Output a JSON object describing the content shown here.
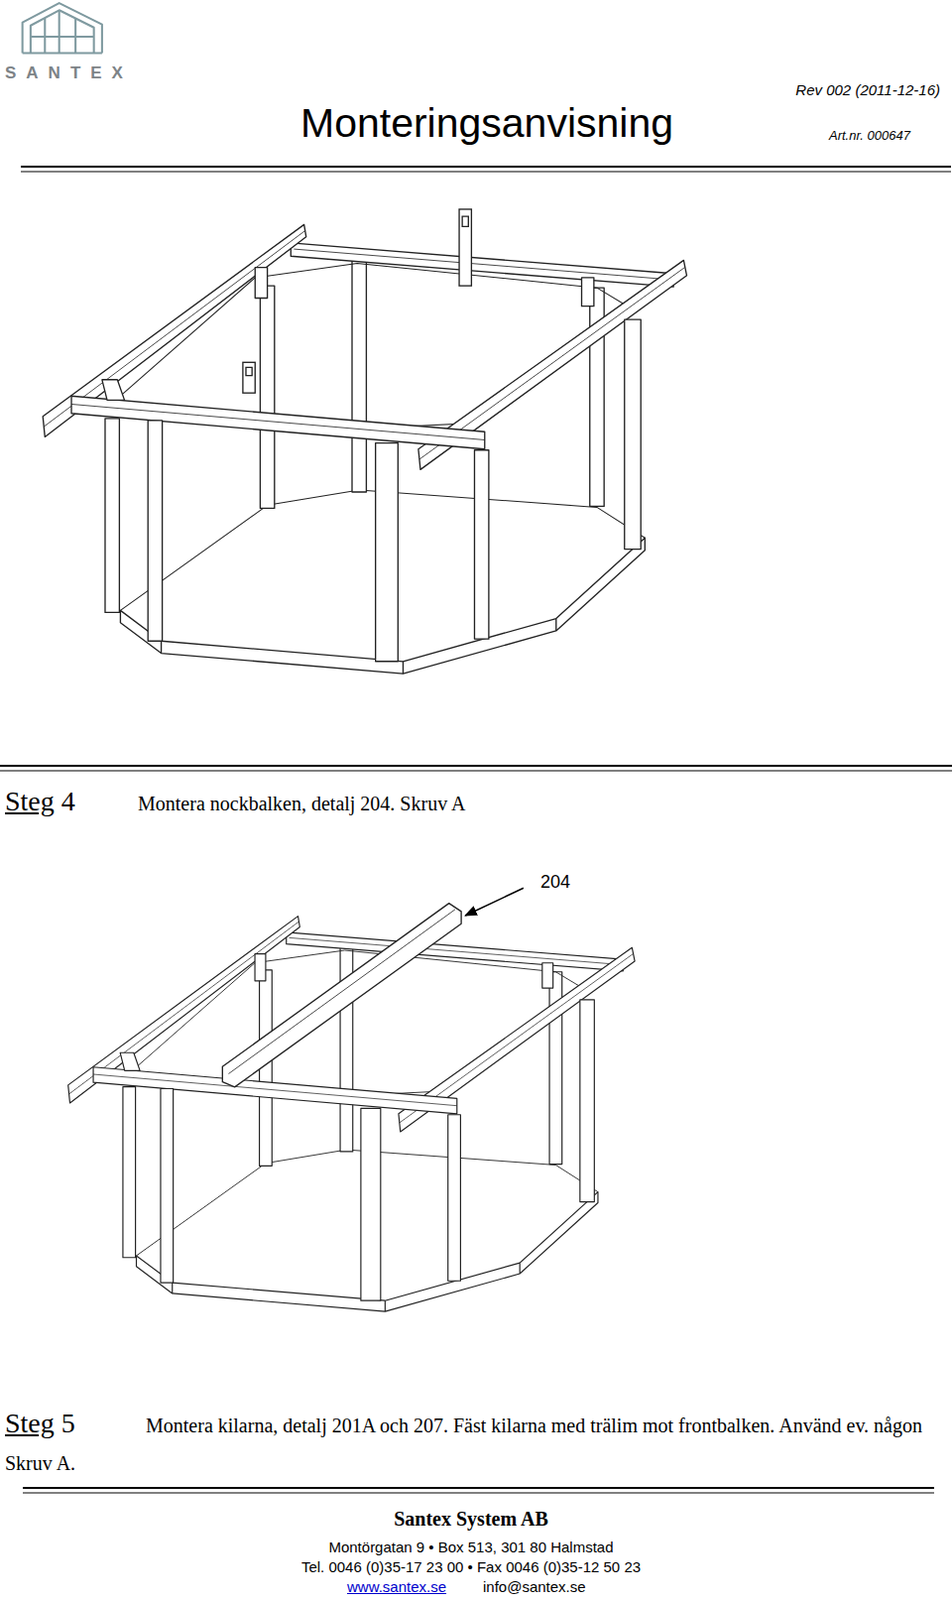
{
  "diagram": {
    "title": "Monteringsanvisning",
    "labels": [
      "SANTEX",
      "Rev 002 (2011-12-16)",
      "Art.nr. 000647",
      "Steg",
      "4",
      "Montera nockbalken, detalj 204. Skruv A",
      "204",
      "Steg",
      "5",
      "Montera kilarna, detalj 201A och 207. Fäst kilarna med trälim mot frontbalken. Använd ev. någon Skruv A.",
      "Santex System AB",
      "Montörgatan 9 • Box 513, 301 80 Halmstad",
      "Tel. 0046 (0)35-17 23 00 • Fax 0046 (0)35-12 50 23",
      "www.santex.se",
      "info@santex.se"
    ]
  }
}
